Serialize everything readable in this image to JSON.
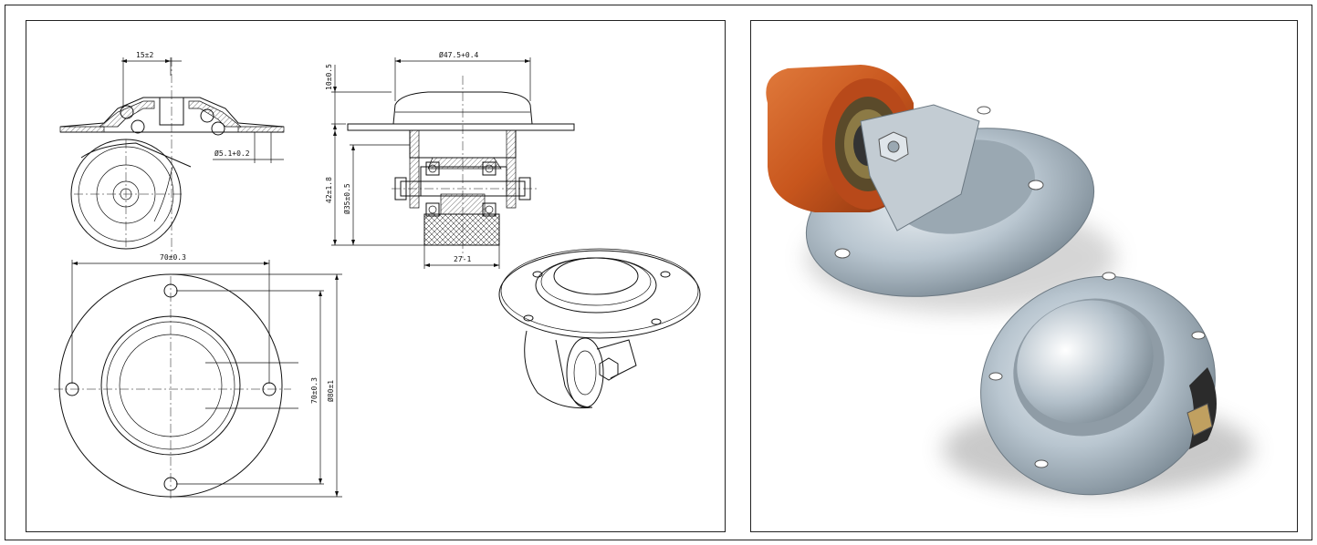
{
  "drawing": {
    "dim_top_bore": "15±2",
    "dim_hole": "Ø5.1+0.2",
    "dim_flange_height": "10±0.5",
    "dim_top_diameter": "Ø47.5+0.4",
    "dim_wheel_diameter": "Ø35±0.5",
    "dim_overall_height": "42±1.8",
    "dim_wheel_width": "27-1",
    "dim_hole_spacing_h": "70±0.3",
    "dim_hole_spacing_v": "70±0.3",
    "dim_flange_diameter": "Ø80±1"
  },
  "photo": {
    "wheel_color": "#c8561d",
    "metal_color": "#b9c6d0"
  }
}
